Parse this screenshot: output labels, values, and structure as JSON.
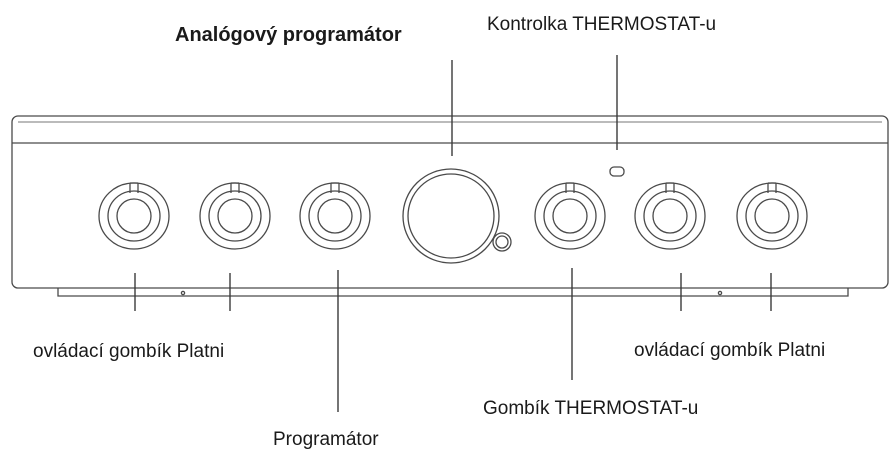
{
  "labels": {
    "analog_programmer": "Analógový programátor",
    "thermostat_light": "Kontrolka THERMOSTAT-u",
    "hob_knob_left": "ovládací gombík Platni",
    "hob_knob_right": "ovládací gombík Platni",
    "programmer": "Programátor",
    "thermostat_knob": "Gombík THERMOSTAT-u"
  },
  "colors": {
    "line": "#3a3a3a",
    "panel_stroke": "#4a4a4a",
    "text": "#1a1a1a"
  }
}
